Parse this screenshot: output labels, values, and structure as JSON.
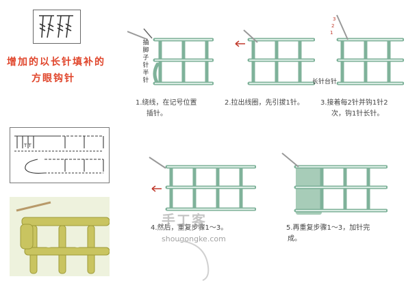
{
  "title": {
    "line1": "增加的以长针填补的",
    "line2": "方眼钩针"
  },
  "side_labels": {
    "vertical": [
      "抽",
      "脚",
      "子",
      "针",
      "半",
      "针"
    ],
    "long_double": "长针台针"
  },
  "steps": [
    {
      "id": 1,
      "line1": "1.绕线，在记号位置",
      "line2": "插针。"
    },
    {
      "id": 2,
      "line1": "2.拉出线圈，先引拔1针。",
      "line2": ""
    },
    {
      "id": 3,
      "line1": "3.接着每2针并钩1针2",
      "line2": "次，钩1针长针。"
    },
    {
      "id": 4,
      "line1": "4.然后，重复步骤1～3。",
      "line2": ""
    },
    {
      "id": 5,
      "line1": "5.再重复步骤1～3，加针完",
      "line2": "成。"
    }
  ],
  "watermark": {
    "main": "手工客",
    "url": "shougongke.com"
  },
  "colors": {
    "title": "#e0452b",
    "yarn_light": "#bfe0d0",
    "yarn_dark": "#7fb29a",
    "yarn_photo": "#c9c460",
    "needle": "#b89a6a"
  }
}
